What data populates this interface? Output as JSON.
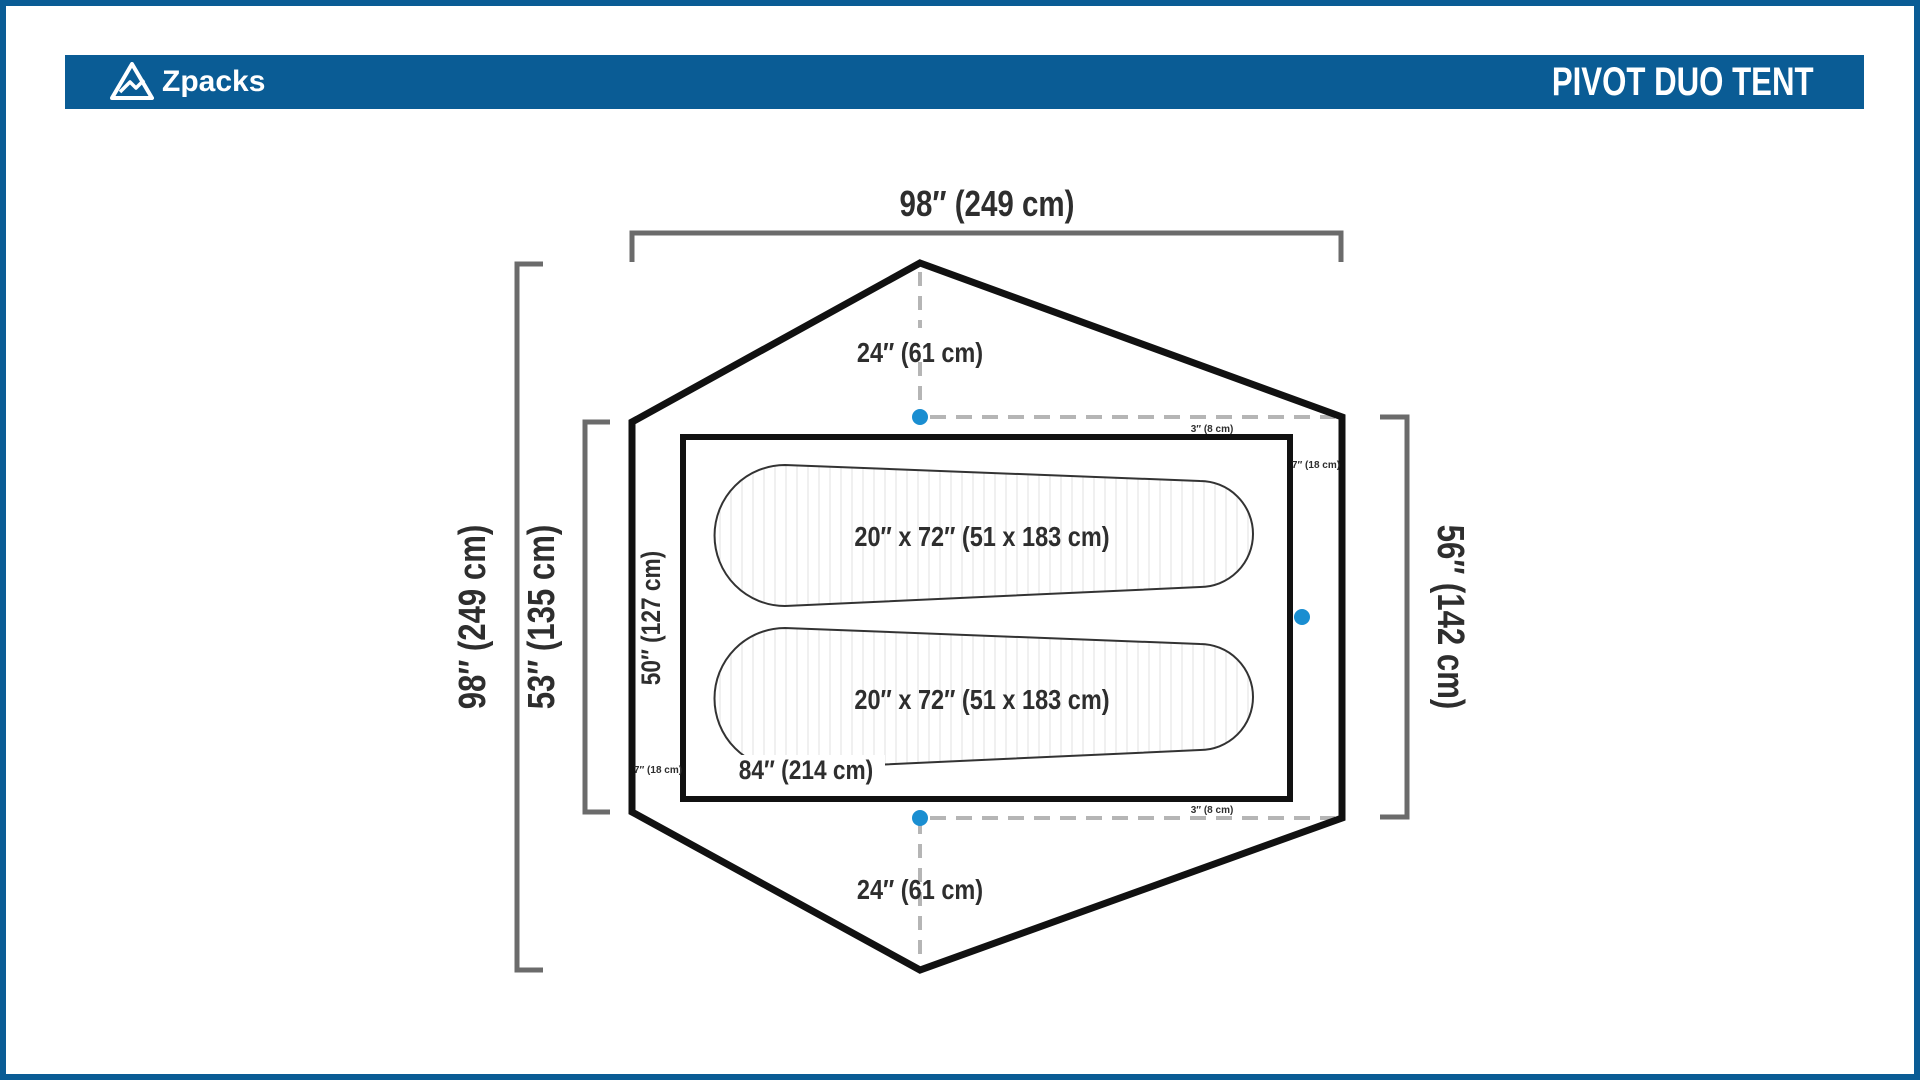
{
  "brand": {
    "name": "Zpacks",
    "logo": "zpacks-mountain-logo"
  },
  "product": {
    "title": "PIVOT DUO TENT"
  },
  "dimensions": {
    "total_width": "98″ (249 cm)",
    "total_length": "98″ (249 cm)",
    "floor_length": "53″ (135 cm)",
    "fly_width": "56″ (142 cm)",
    "inner_width": "50″ (127 cm)",
    "inner_length": "84″ (214 cm)",
    "vestibule_top": "24″ (61 cm)",
    "vestibule_bottom": "24″ (61 cm)",
    "gap_top": "3″ (8 cm)",
    "gap_bottom": "3″ (8 cm)",
    "gap_right": "7″ (18 cm)",
    "gap_left": "7″ (18 cm)"
  },
  "pads": [
    {
      "label": "20″ x 72″ (51 x 183 cm)"
    },
    {
      "label": "20″ x 72″ (51 x 183 cm)"
    }
  ],
  "colors": {
    "brand_blue": "#0a5c95",
    "outline": "#111111",
    "dimension_line": "#6b6b6b",
    "dashed_line": "#b5b5b5",
    "stake_dot": "#1a8ed1"
  }
}
